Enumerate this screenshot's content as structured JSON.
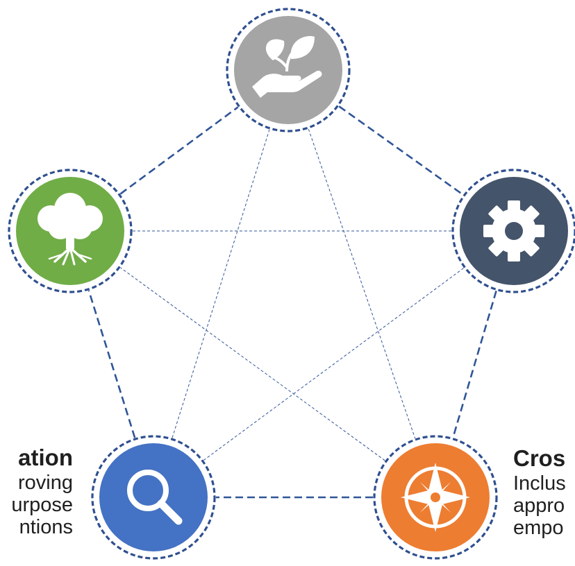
{
  "nodes": [
    {
      "id": "top",
      "icon": "hand-plant-icon",
      "color": "#a5a5a5"
    },
    {
      "id": "left",
      "icon": "tree-icon",
      "color": "#70ad47"
    },
    {
      "id": "right",
      "icon": "gear-icon",
      "color": "#44546a"
    },
    {
      "id": "bottom-left",
      "icon": "magnifier-icon",
      "color": "#4472c4"
    },
    {
      "id": "bottom-right",
      "icon": "compass-icon",
      "color": "#ed7d31"
    }
  ],
  "colors": {
    "ring": "#2f4f8f",
    "link": "#2f5597",
    "text": "#1f1f1f"
  },
  "captions": {
    "left": {
      "title": "ation",
      "lines": [
        "roving",
        "urpose",
        "ntions"
      ]
    },
    "right": {
      "title": "Cros",
      "lines": [
        "Inclus",
        "appro",
        "empo"
      ]
    }
  }
}
